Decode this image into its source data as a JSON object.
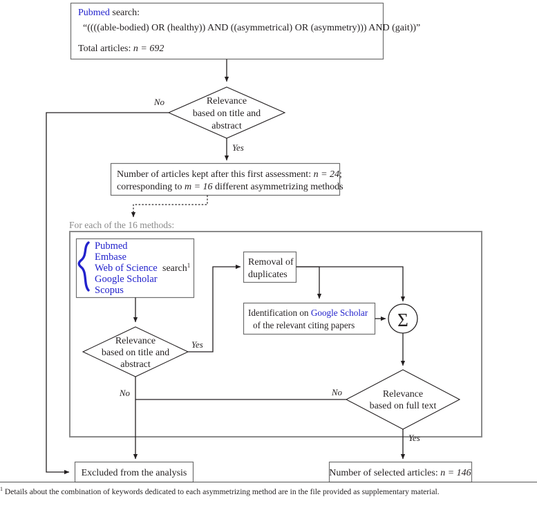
{
  "figure": {
    "title": "Literature search flow diagram",
    "colors": {
      "link_blue": "#2222CC",
      "box_stroke": "#6F6F6F",
      "panel_stroke": "#8A8A8A",
      "text": "#231F20"
    }
  },
  "top_box": {
    "source": "Pubmed",
    "source_suffix": " search:",
    "query": "“((((able-bodied) OR (healthy)) AND ((asymmetrical) OR (asymmetry))) AND (gait))”",
    "total_label": "Total articles: ",
    "total_value": "n = 692"
  },
  "decision1": {
    "line1": "Relevance",
    "line2": "based on title and",
    "line3": "abstract",
    "no_label": "No",
    "yes_label": "Yes"
  },
  "kept_box": {
    "line1_a": "Number of articles kept after this first assessment: ",
    "line1_b": "n = 24",
    "line1_c": ";",
    "line2_a": "corresponding to ",
    "line2_b": "m = 16",
    "line2_c": " different asymmetrizing methods"
  },
  "panel": {
    "title": "For each of the 16 methods:"
  },
  "sources_box": {
    "items": [
      "Pubmed",
      "Embase",
      "Web of Science",
      "Google Scholar",
      "Scopus"
    ],
    "search_label": "search",
    "search_superscript": "1"
  },
  "decision2": {
    "line1": "Relevance",
    "line2": "based on title and",
    "line3": "abstract",
    "yes_label": "Yes",
    "no_label": "No"
  },
  "removal_box": {
    "line1": "Removal of",
    "line2": "duplicates"
  },
  "identification_box": {
    "line1_a": "Identification on ",
    "line1_b": "Google Scholar",
    "line2": "of the relevant citing papers"
  },
  "sum_node": {
    "symbol": "Σ",
    "name": "sigma-sum"
  },
  "decision3": {
    "line1": "Relevance",
    "line2": "based on full text",
    "no_label": "No",
    "yes_label": "Yes"
  },
  "excluded_box": {
    "text": "Excluded from the analysis"
  },
  "selected_box": {
    "text_a": "Number of selected articles: ",
    "text_b": "n = 146"
  },
  "footnote": {
    "marker": "1",
    "text": " Details about the combination of keywords dedicated to each asymmetrizing method are in the file provided as supplementary material."
  }
}
